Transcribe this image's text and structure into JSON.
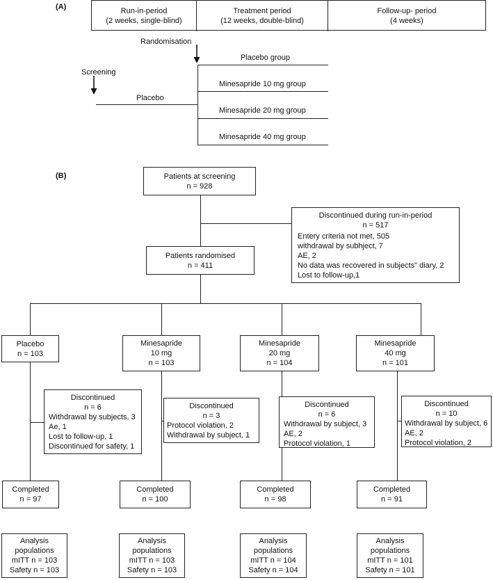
{
  "panel_a": {
    "label": "(A)",
    "periods": [
      {
        "line1": "Run-in-period",
        "line2": "(2 weeks, single-blind)"
      },
      {
        "line1": "Treatment period",
        "line2": "(12 weeks, double-blind)"
      },
      {
        "line1": "Follow-up- period",
        "line2": "(4 weeks)"
      }
    ],
    "randomisation": "Randomisation",
    "screening": "Screening",
    "placebo": "Placebo",
    "groups": [
      "Placebo group",
      "Minesapride 10 mg group",
      "Minesapride 20 mg group",
      "Minesapride 40 mg group"
    ]
  },
  "panel_b": {
    "label": "(B)",
    "screening_box": {
      "line1": "Patients at screening",
      "line2": "n = 928"
    },
    "runin_discontinued": {
      "title": "Discontinued during run-in-period",
      "n": "n = 517",
      "reasons": [
        "Entery criteria not met, 505",
        "withdrawal by subhject, 7",
        "AE, 2",
        "No data was recovered in subjects\" diary, 2",
        "Lost to follow-up,1"
      ]
    },
    "randomised_box": {
      "line1": "Patients randomised",
      "line2": "n = 411"
    },
    "arms": [
      {
        "lines": [
          "Placebo",
          "n = 103"
        ],
        "discontinued": [
          "Discontinued",
          "n = 6"
        ],
        "reasons": [
          "Withdrawal by subjects, 3",
          "Ae, 1",
          "Lost to follow-up, 1",
          "Discontinued for safety, 1"
        ],
        "completed": [
          "Completed",
          "n = 97"
        ],
        "analysis": [
          "Analysis",
          "populations",
          "mITT n = 103",
          "Safety n = 103"
        ]
      },
      {
        "lines": [
          "Minesapride",
          "10 mg",
          "n = 103"
        ],
        "discontinued": [
          "Discontinued",
          "n = 3"
        ],
        "reasons": [
          "Protocol violation, 2",
          "Withdrawal by  subject, 1"
        ],
        "completed": [
          "Completed",
          "n = 100"
        ],
        "analysis": [
          "Analysis",
          "populations",
          "mITT n = 103",
          "Safety n = 103"
        ]
      },
      {
        "lines": [
          "Minesapride",
          "20 mg",
          "n = 104"
        ],
        "discontinued": [
          "Discontinued",
          "n = 6"
        ],
        "reasons": [
          "Withdrawal by  subject, 3",
          "AE, 2",
          "Protocol violation, 1"
        ],
        "completed": [
          "Completed",
          "n = 98"
        ],
        "analysis": [
          "Analysis",
          "populations",
          "mITT n = 104",
          "Safety n = 104"
        ]
      },
      {
        "lines": [
          "Minesapride",
          "40 mg",
          "n = 101"
        ],
        "discontinued": [
          "Discontinued",
          "n = 10"
        ],
        "reasons": [
          "Withdrawal by  subject, 6",
          "AE, 2",
          "Protocol violation, 2"
        ],
        "completed": [
          "Completed",
          "n = 91"
        ],
        "analysis": [
          "Analysis",
          "populations",
          "mITT n = 101",
          "Safety n = 101"
        ]
      }
    ]
  }
}
